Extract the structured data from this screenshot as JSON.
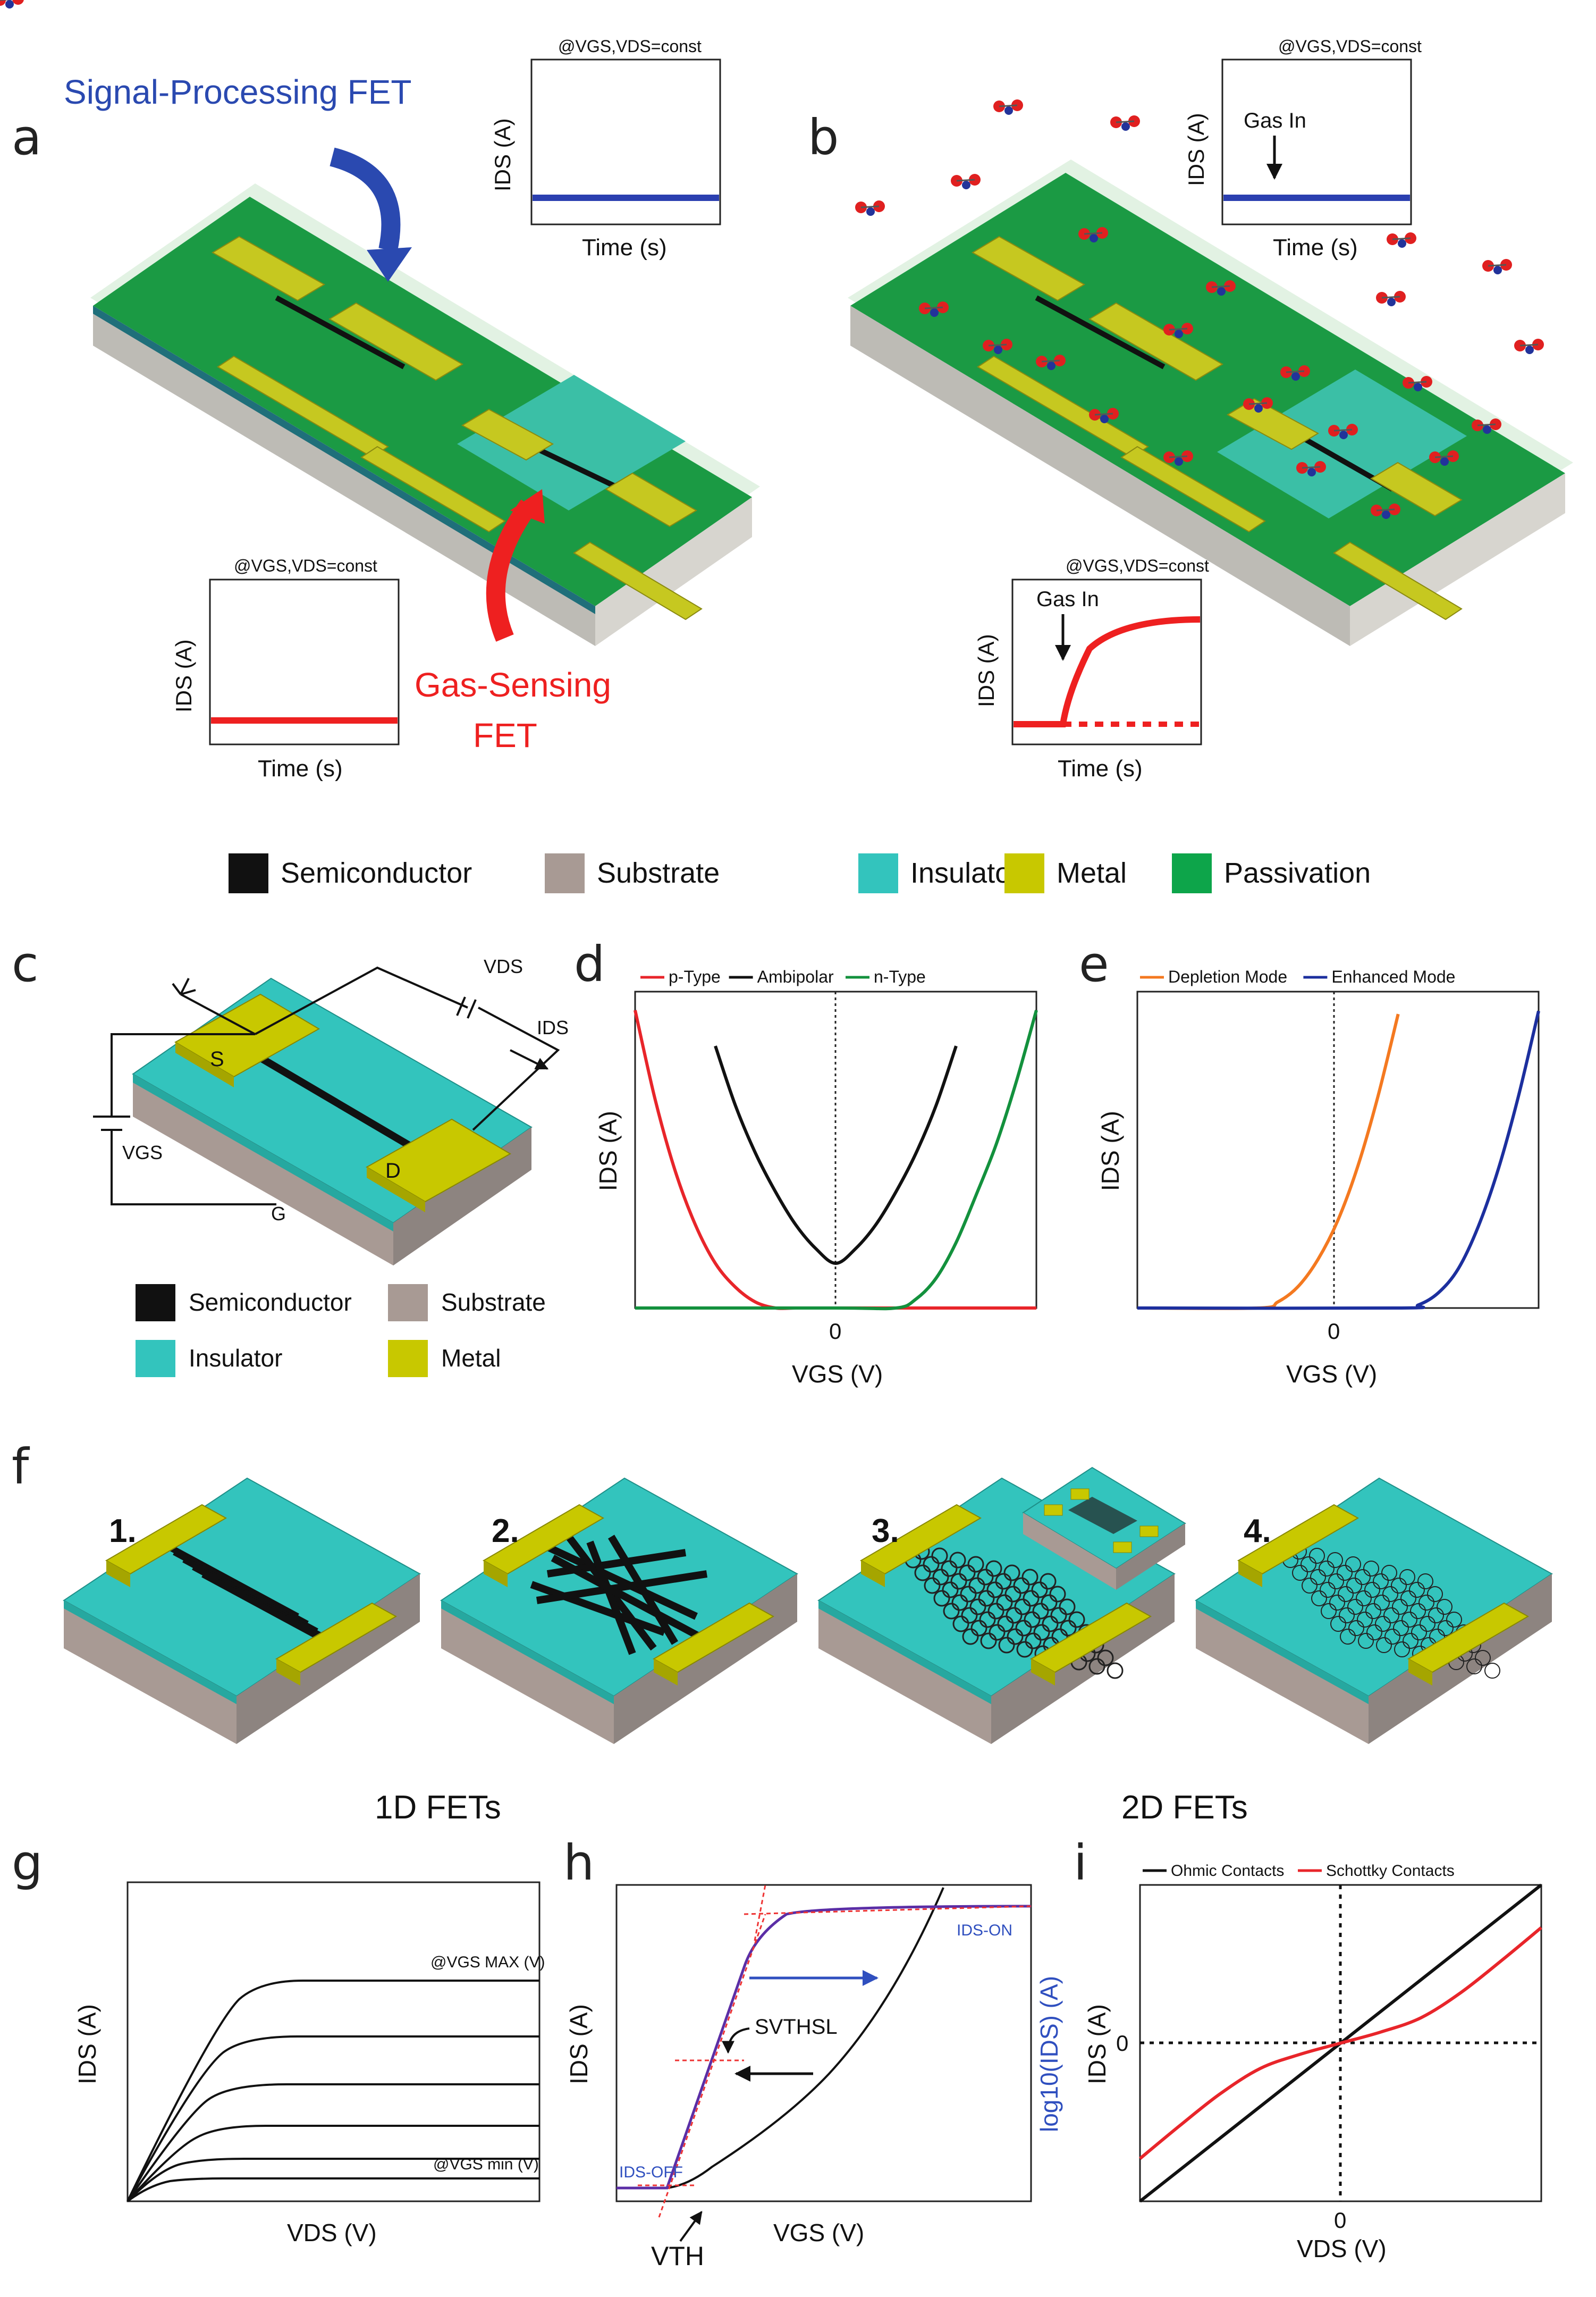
{
  "panels": {
    "a": {
      "letter": "a",
      "spf_label": "Signal-Processing FET",
      "gs_label1": "Gas-Sensing",
      "gs_label2": "FET",
      "inset_top": {
        "cond": "@VGS,VDS=const",
        "ylabel": "IDS (A)",
        "xlabel": "Time (s)"
      },
      "inset_bottom": {
        "cond": "@VGS,VDS=const",
        "ylabel": "IDS (A)",
        "xlabel": "Time (s)"
      }
    },
    "b": {
      "letter": "b",
      "inset_top": {
        "cond": "@VGS,VDS=const",
        "ylabel": "IDS (A)",
        "xlabel": "Time (s)",
        "annotation": "Gas In"
      },
      "inset_bottom": {
        "cond": "@VGS,VDS=const",
        "ylabel": "IDS (A)",
        "xlabel": "Time (s)",
        "annotation": "Gas In"
      }
    },
    "c": {
      "letter": "c",
      "vds": "VDS",
      "ids": "IDS",
      "vgs": "VGS",
      "g": "G",
      "s": "S",
      "d": "D"
    },
    "d": {
      "letter": "d",
      "xlabel": "VGS (V)",
      "ylabel": "IDS (A)",
      "zero": "0"
    },
    "e": {
      "letter": "e",
      "xlabel": "VGS (V)",
      "ylabel": "IDS (A)",
      "zero": "0"
    },
    "f": {
      "letter": "f",
      "n1": "1.",
      "n2": "2.",
      "n3": "3.",
      "n4": "4.",
      "group1": "1D FETs",
      "group2": "2D FETs"
    },
    "g": {
      "letter": "g",
      "xlabel": "VDS (V)",
      "ylabel": "IDS (A)",
      "vmax": "@VGS MAX (V)",
      "vmin": "@VGS min (V)"
    },
    "h": {
      "letter": "h",
      "xlabel": "VGS (V)",
      "ylabel": "IDS (A)",
      "ylabel2": "log10(IDS) (A)",
      "vth": "VTH",
      "ion": "IDS-ON",
      "ioff": "IDS-OFF",
      "ss": "SVTHSL"
    },
    "i": {
      "letter": "i",
      "xlabel": "VDS (V)",
      "ylabel": "IDS (A)",
      "zero_x": "0",
      "zero_y": "0"
    }
  },
  "legend_main": [
    {
      "label": "Semiconductor",
      "color": "#111111"
    },
    {
      "label": "Substrate",
      "color": "#a89a94"
    },
    {
      "label": "Insulator",
      "color": "#33c4bd"
    },
    {
      "label": "Metal",
      "color": "#c8c800"
    },
    {
      "label": "Passivation",
      "color": "#0da54a"
    }
  ],
  "legend_c": [
    {
      "label": "Semiconductor",
      "color": "#111111"
    },
    {
      "label": "Substrate",
      "color": "#a89a94"
    },
    {
      "label": "Insulator",
      "color": "#33c4bd"
    },
    {
      "label": "Metal",
      "color": "#c8c800"
    }
  ],
  "chart_data": [
    {
      "panel": "d",
      "type": "line",
      "xlabel": "VGS (V)",
      "ylabel": "IDS (A)",
      "series": [
        {
          "name": "p-Type",
          "color": "#e8252a",
          "x": [
            -1.0,
            -0.9,
            -0.8,
            -0.7,
            -0.6,
            -0.5,
            -0.4,
            -0.3,
            -0.2,
            -0.1,
            0,
            0.5,
            1.0
          ],
          "y": [
            1.0,
            0.7,
            0.46,
            0.28,
            0.15,
            0.07,
            0.02,
            0.0,
            0.0,
            0.0,
            0.0,
            0.0,
            0.0
          ]
        },
        {
          "name": "Ambipolar",
          "color": "#111111",
          "x": [
            -0.6,
            -0.5,
            -0.4,
            -0.3,
            -0.2,
            -0.1,
            0,
            0.1,
            0.2,
            0.3,
            0.4,
            0.5,
            0.6
          ],
          "y": [
            0.88,
            0.68,
            0.52,
            0.39,
            0.28,
            0.2,
            0.15,
            0.2,
            0.28,
            0.39,
            0.52,
            0.68,
            0.88
          ]
        },
        {
          "name": "n-Type",
          "color": "#13913d",
          "x": [
            -1.0,
            0,
            0.3,
            0.4,
            0.5,
            0.6,
            0.7,
            0.8,
            0.9,
            1.0
          ],
          "y": [
            0.0,
            0.0,
            0.0,
            0.03,
            0.1,
            0.22,
            0.38,
            0.55,
            0.76,
            1.0
          ]
        }
      ]
    },
    {
      "panel": "e",
      "type": "line",
      "xlabel": "VGS (V)",
      "ylabel": "IDS (A)",
      "series": [
        {
          "name": "Depletion Mode",
          "color": "#f47920",
          "x": [
            -1.0,
            -0.4,
            -0.3,
            -0.2,
            -0.1,
            0,
            0.1,
            0.2,
            0.3
          ],
          "y": [
            0.0,
            0.0,
            0.02,
            0.07,
            0.16,
            0.29,
            0.47,
            0.7,
            0.97
          ]
        },
        {
          "name": "Enhanced Mode",
          "color": "#1c2f9e",
          "x": [
            -1.0,
            0.3,
            0.4,
            0.5,
            0.6,
            0.7,
            0.8,
            0.9,
            1.0
          ],
          "y": [
            0.0,
            0.0,
            0.01,
            0.05,
            0.13,
            0.27,
            0.46,
            0.7,
            0.98
          ]
        }
      ]
    },
    {
      "panel": "i",
      "type": "line",
      "xlabel": "VDS (V)",
      "ylabel": "IDS (A)",
      "series": [
        {
          "name": "Ohmic Contacts",
          "color": "#111111",
          "x": [
            -1,
            1
          ],
          "y": [
            -1,
            1
          ]
        },
        {
          "name": "Schottky Contacts",
          "color": "#e8252a",
          "x": [
            -1,
            -0.8,
            -0.6,
            -0.4,
            -0.2,
            0,
            0.2,
            0.4,
            0.6,
            0.8,
            1
          ],
          "y": [
            -0.73,
            -0.52,
            -0.32,
            -0.16,
            -0.07,
            0,
            0.07,
            0.16,
            0.32,
            0.52,
            0.73
          ]
        }
      ]
    }
  ]
}
